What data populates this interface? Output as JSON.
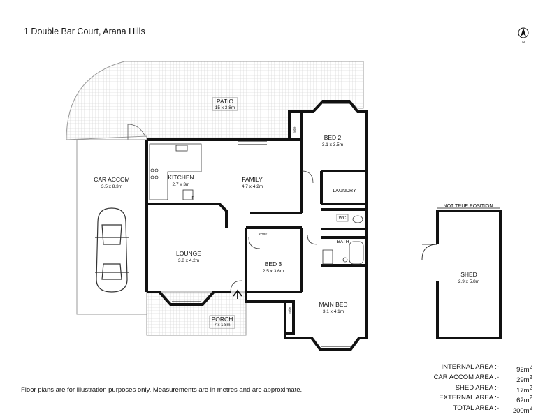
{
  "address": "1 Double Bar Court, Arana Hills",
  "disclaimer": "Floor plans are for illustration purposes only. Measurements are in metres and are approximate.",
  "rooms": {
    "patio": {
      "name": "PATIO",
      "dims": "15 x 3.8m"
    },
    "bed2": {
      "name": "BED 2",
      "dims": "3.1 x 3.5m"
    },
    "kitchen": {
      "name": "KITCHEN",
      "dims": "2.7 x 3m"
    },
    "family": {
      "name": "FAMILY",
      "dims": "4.7 x 4.2m"
    },
    "car_accom": {
      "name": "CAR ACCOM",
      "dims": "3.5 x 8.3m"
    },
    "laundry": {
      "name": "LAUNDRY"
    },
    "wc": {
      "name": "WC"
    },
    "bath": {
      "name": "BATH"
    },
    "lounge": {
      "name": "LOUNGE",
      "dims": "3.8 x 4.2m"
    },
    "bed3": {
      "name": "BED 3",
      "dims": "2.5 x 3.6m"
    },
    "main_bed": {
      "name": "MAIN BED",
      "dims": "3.1 x 4.1m"
    },
    "porch": {
      "name": "PORCH",
      "dims": "7 x 1.8m"
    },
    "shed": {
      "name": "SHED",
      "dims": "2.9 x 5.8m"
    }
  },
  "small_labels": {
    "robe": "ROBE",
    "bed2_robe": "robe",
    "main_robe": "robe",
    "fridge": "F"
  },
  "not_true_position": "NOT TRUE POSITION",
  "north_label": "N",
  "areas": [
    {
      "label": "INTERNAL AREA :-",
      "value": "92m",
      "unit": "2"
    },
    {
      "label": "CAR ACCOM AREA :-",
      "value": "29m",
      "unit": "2"
    },
    {
      "label": "SHED AREA :-",
      "value": "17m",
      "unit": "2"
    },
    {
      "label": "EXTERNAL AREA :-",
      "value": "62m",
      "unit": "2"
    },
    {
      "label": "TOTAL AREA :-",
      "value": "200m",
      "unit": "2"
    }
  ]
}
